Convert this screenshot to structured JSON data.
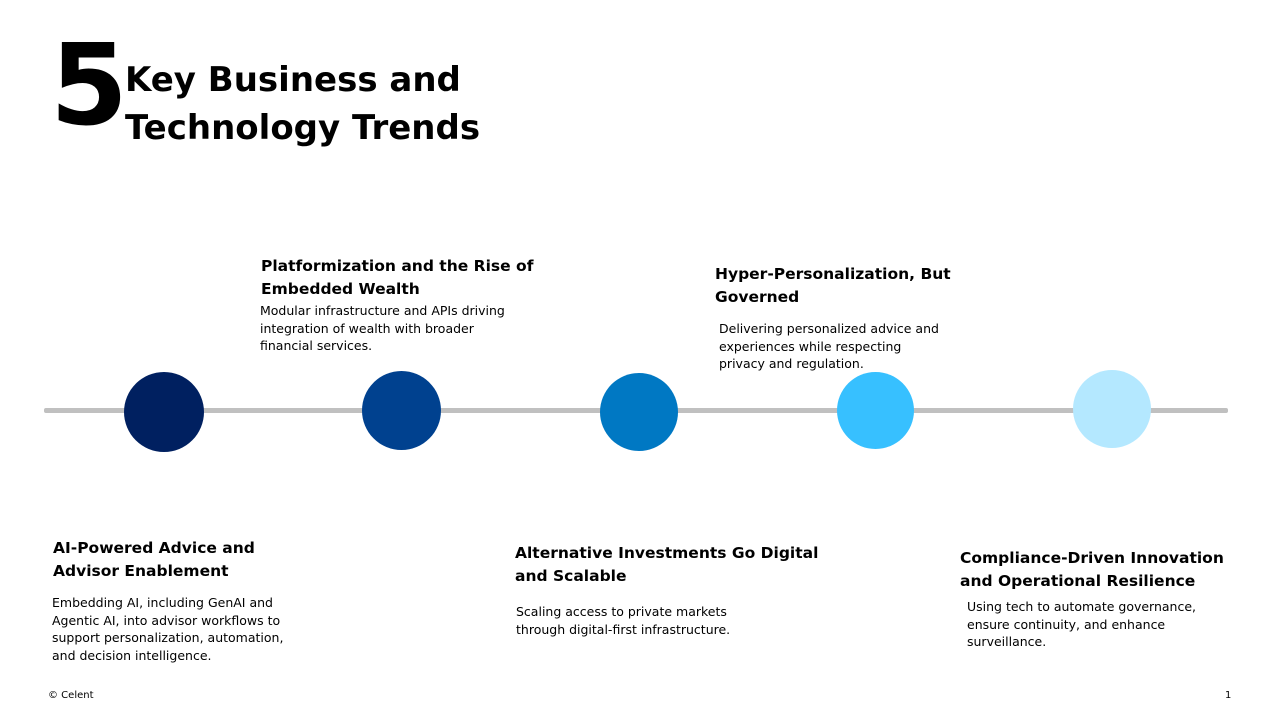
{
  "heading": {
    "number": "5",
    "title": "Key Business and Technology Trends"
  },
  "trends": [
    {
      "title": "AI-Powered Advice and Advisor Enablement",
      "description": "Embedding AI, including GenAI and Agentic AI, into advisor workflows to support personalization, automation, and decision intelligence.",
      "color": "#002060"
    },
    {
      "title": "Platformization and the Rise of Embedded Wealth",
      "description": "Modular infrastructure and APIs driving integration of wealth with broader financial services.",
      "color": "#00418F"
    },
    {
      "title": "Alternative Investments Go Digital and Scalable",
      "description": "Scaling access to private markets through digital-first infrastructure.",
      "color": "#0078C3"
    },
    {
      "title": "Hyper-Personalization, But Governed",
      "description": "Delivering personalized advice and experiences while respecting privacy and regulation.",
      "color": "#37C0FF"
    },
    {
      "title": "Compliance-Driven Innovation and Operational Resilience",
      "description": "Using tech to automate governance, ensure continuity, and enhance surveillance.",
      "color": "#B4E8FF"
    }
  ],
  "footer": {
    "copyright": "© Celent",
    "page_number": "1"
  }
}
